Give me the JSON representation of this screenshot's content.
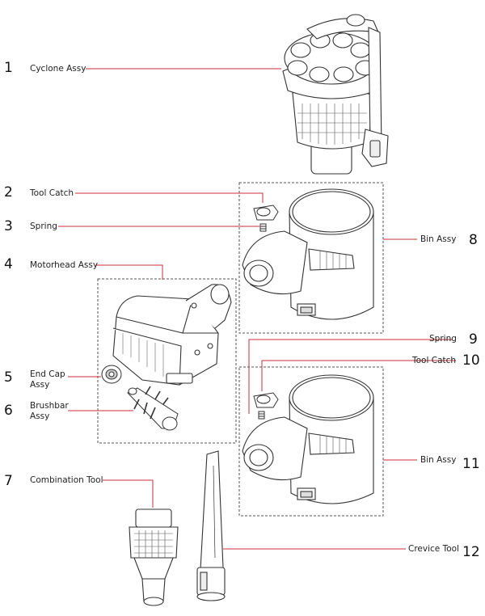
{
  "parts": [
    {
      "number": "1",
      "label": "Cyclone Assy"
    },
    {
      "number": "2",
      "label": "Tool Catch"
    },
    {
      "number": "3",
      "label": "Spring"
    },
    {
      "number": "4",
      "label": "Motorhead Assy"
    },
    {
      "number": "5",
      "label_line1": "End Cap",
      "label_line2": "Assy"
    },
    {
      "number": "6",
      "label_line1": "Brushbar",
      "label_line2": "Assy"
    },
    {
      "number": "7",
      "label": "Combination Tool"
    },
    {
      "number": "8",
      "label": "Bin Assy"
    },
    {
      "number": "9",
      "label": "Spring"
    },
    {
      "number": "10",
      "label": "Tool Catch"
    },
    {
      "number": "11",
      "label": "Bin Assy"
    },
    {
      "number": "12",
      "label": "Crevice Tool"
    }
  ],
  "colors": {
    "leader": "#c8323c",
    "outline": "#333333",
    "dash": "#555555"
  },
  "icons": [
    "cyclone-assy-illustration",
    "tool-catch-illustration",
    "spring-illustration",
    "motorhead-illustration",
    "end-cap-illustration",
    "brushbar-illustration",
    "combination-tool-illustration",
    "bin-assy-illustration",
    "crevice-tool-illustration"
  ]
}
